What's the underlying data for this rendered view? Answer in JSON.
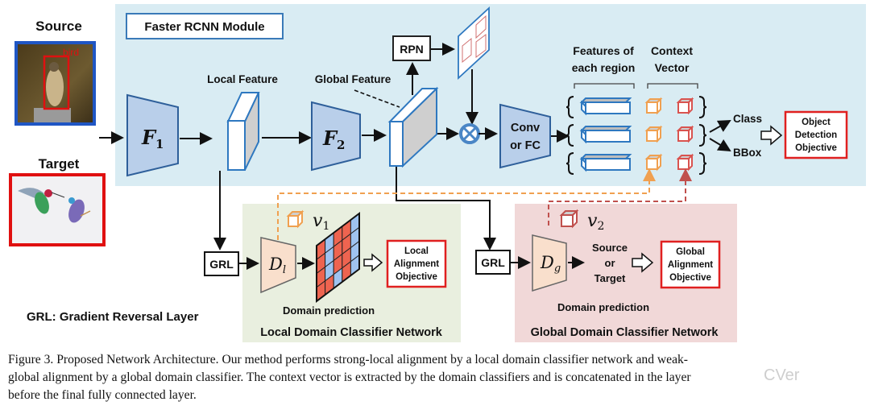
{
  "figure": {
    "source_label": "Source",
    "target_label": "Target",
    "source_box_label": "bird",
    "module_title": "Faster RCNN Module",
    "f1_symbol": "F",
    "f1_sub": "1",
    "f2_symbol": "F",
    "f2_sub": "2",
    "local_feature_label": "Local Feature",
    "global_feature_label": "Global Feature",
    "rpn_label": "RPN",
    "conv_label_line1": "Conv",
    "conv_label_line2": "or FC",
    "features_region_line1": "Features of",
    "features_region_line2": "each region",
    "context_vector_line1": "Context",
    "context_vector_line2": "Vector",
    "class_label": "Class",
    "bbox_label": "BBox",
    "object_objective_line1": "Object",
    "object_objective_line2": "Detection",
    "object_objective_line3": "Objective",
    "grl_label": "GRL",
    "grl_legend": "GRL: Gradient Reversal Layer",
    "local_net": {
      "disc_symbol": "D",
      "disc_sub": "l",
      "vector_symbol": "v",
      "vector_sub": "1",
      "objective_line1": "Local",
      "objective_line2": "Alignment",
      "objective_line3": "Objective",
      "prediction_label": "Domain prediction",
      "title": "Local Domain Classifier Network",
      "grid_pattern": [
        [
          "R",
          "B",
          "R",
          "R",
          "B"
        ],
        [
          "R",
          "B",
          "R",
          "R",
          "B"
        ],
        [
          "R",
          "B",
          "R",
          "R",
          "B"
        ],
        [
          "R",
          "R",
          "B",
          "R",
          "B"
        ]
      ]
    },
    "global_net": {
      "disc_symbol": "D",
      "disc_sub": "g",
      "vector_symbol": "v",
      "vector_sub": "2",
      "output_line1": "Source",
      "output_line2": "or",
      "output_line3": "Target",
      "objective_line1": "Global",
      "objective_line2": "Alignment",
      "objective_line3": "Objective",
      "prediction_label": "Domain prediction",
      "title": "Global Domain Classifier Network"
    },
    "colors": {
      "module_bg": "#d9ecf3",
      "local_bg": "#e9efdf",
      "global_bg": "#f1d8d8",
      "blue_stroke": "#2e78c0",
      "net_fill": "#b9cfea",
      "disc_fill": "#f9dfcc",
      "orange": "#f0a050",
      "red": "#d9534f",
      "grid_red": "#ee6450",
      "grid_blue": "#9fc3f0",
      "objective_border": "#e02020"
    }
  },
  "caption": {
    "line1": "Figure 3. Proposed Network Architecture. Our method performs strong-local alignment by a local domain classifier network and weak-",
    "line2": "global alignment by a global domain classifier. The context vector is extracted by the domain classifiers and is concatenated in the layer",
    "line3": "before the final fully connected layer."
  },
  "watermark": "CVer"
}
